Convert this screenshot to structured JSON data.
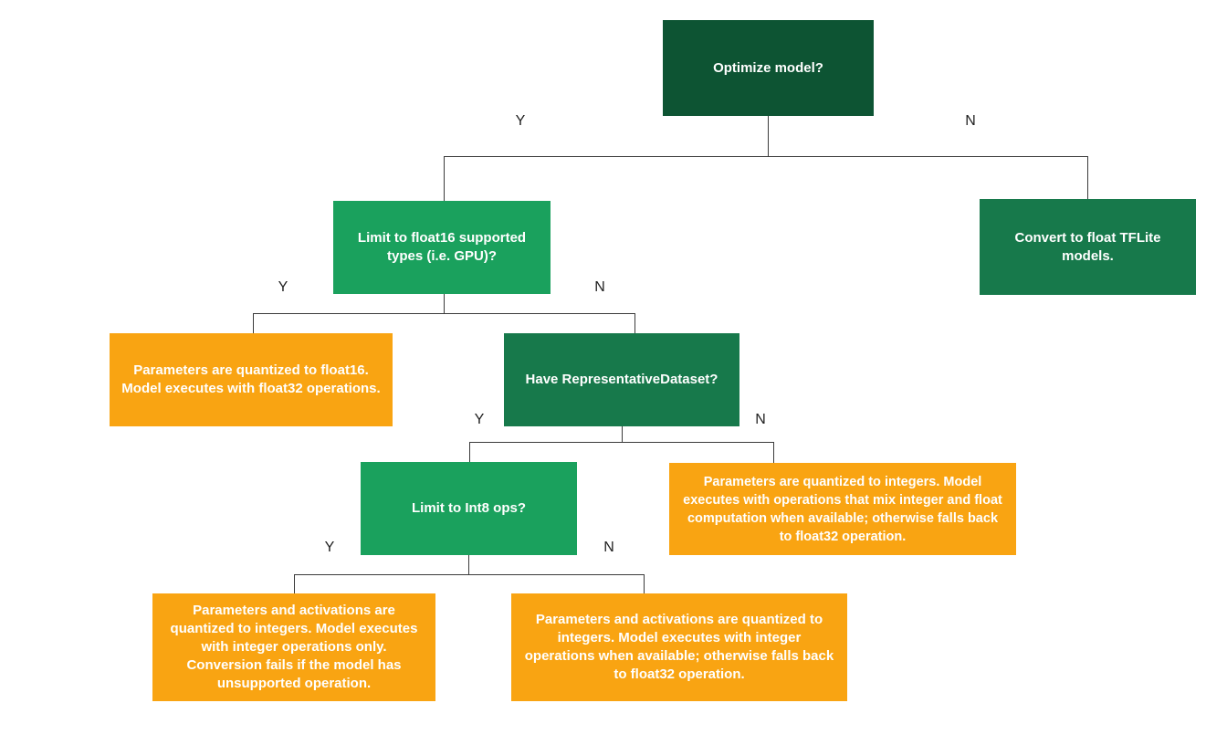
{
  "colors": {
    "root_green": "#0D5433",
    "action_green": "#17794B",
    "question_green": "#1AA15D",
    "result_orange": "#F9A412",
    "connector_line": "#3B3B3B",
    "node_text": "#FFFFFF",
    "branch_label_text": "#1F1F1F",
    "background": "#FFFFFF"
  },
  "nodes": {
    "optimize": {
      "label": "Optimize model?"
    },
    "float16": {
      "label": "Limit to float16 supported types (i.e. GPU)?"
    },
    "convert_float": {
      "label": "Convert to float TFLite models."
    },
    "float16_result": {
      "label": "Parameters are quantized to float16. Model executes with float32 operations."
    },
    "rep_dataset": {
      "label": "Have RepresentativeDataset?"
    },
    "int8": {
      "label": "Limit to Int8 ops?"
    },
    "mixed_result": {
      "label": "Parameters are quantized to integers. Model executes with operations that mix integer and float computation when available; otherwise falls back to float32 operation."
    },
    "int_only_result": {
      "label": "Parameters and activations are quantized to integers. Model executes with integer operations only. Conversion fails if the model has unsupported operation."
    },
    "int_fallback_result": {
      "label": "Parameters and activations are quantized to integers. Model executes with integer operations when available; otherwise falls back to float32 operation."
    }
  },
  "branch_labels": {
    "optimize_yes": "Y",
    "optimize_no": "N",
    "float16_yes": "Y",
    "float16_no": "N",
    "rep_dataset_yes": "Y",
    "rep_dataset_no": "N",
    "int8_yes": "Y",
    "int8_no": "N"
  }
}
